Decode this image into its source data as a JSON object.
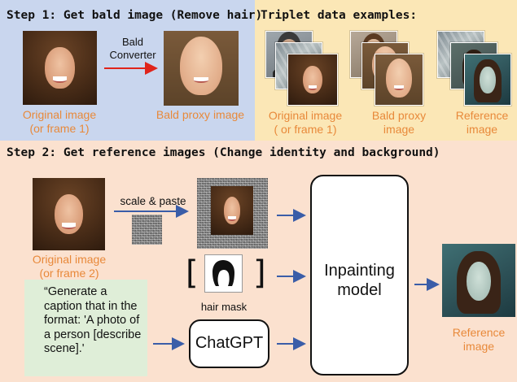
{
  "step1": {
    "title": "Step 1: Get bald image (Remove hair)",
    "converter_label_line1": "Bald",
    "converter_label_line2": "Converter",
    "original_caption_line1": "Original image",
    "original_caption_line2": "(or frame 1)",
    "bald_caption": "Bald proxy image"
  },
  "triplet": {
    "title": "Triplet data examples:",
    "original_caption_line1": "Original image",
    "original_caption_line2": "( or frame 1)",
    "bald_caption_line1": "Bald proxy",
    "bald_caption_line2": "image",
    "reference_caption_line1": "Reference",
    "reference_caption_line2": "image"
  },
  "step2": {
    "title": "Step 2: Get reference images (Change identity and background)",
    "scale_paste_label": "scale & paste",
    "original_caption_line1": "Original image",
    "original_caption_line2": "(or frame 2)",
    "hair_mask_label": "hair mask",
    "caption_prompt": "“Generate a caption that in the format: 'A photo of a person [describe scene].'",
    "chatgpt_label": "ChatGPT",
    "inpainting_line1": "Inpainting",
    "inpainting_line2": "model",
    "reference_caption_line1": "Reference",
    "reference_caption_line2": "image"
  },
  "colors": {
    "step1_bg": "#c9d6ee",
    "triplet_bg": "#fbe7b6",
    "step2_bg": "#fbe1cf",
    "caption_color": "#e8893a",
    "red_arrow": "#e0241b",
    "blue_arrow": "#3a5da8",
    "prompt_bg": "#dfeed8"
  }
}
